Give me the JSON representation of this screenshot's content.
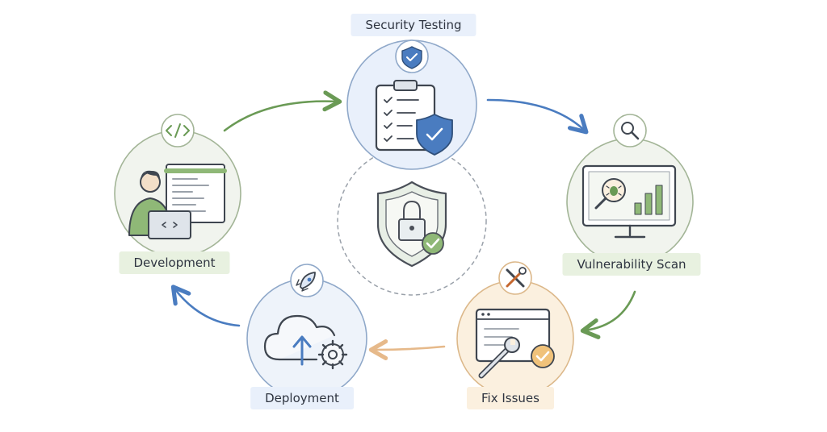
{
  "stages": {
    "security_testing": {
      "label": "Security Testing",
      "color": "#4a7cc0",
      "tint": "#e9f0fb"
    },
    "vulnerability_scan": {
      "label": "Vulnerability Scan",
      "color": "#6a9a55",
      "tint": "#e8f1e0"
    },
    "fix_issues": {
      "label": "Fix Issues",
      "color": "#d59a4e",
      "tint": "#fbf0df"
    },
    "deployment": {
      "label": "Deployment",
      "color": "#4a7cc0",
      "tint": "#e9f0fb"
    },
    "development": {
      "label": "Development",
      "color": "#6a9a55",
      "tint": "#e8f1e0"
    }
  },
  "icons": {
    "security_testing": [
      "shield-check-icon",
      "clipboard-checklist-icon"
    ],
    "vulnerability_scan": [
      "magnifier-icon",
      "monitor-bug-scan-icon"
    ],
    "fix_issues": [
      "tools-icon",
      "browser-wrench-icon"
    ],
    "deployment": [
      "rocket-icon",
      "cloud-upload-gear-icon"
    ],
    "development": [
      "code-icon",
      "developer-laptop-icon"
    ],
    "center": "shield-lock-check-icon"
  },
  "arrow_colors": {
    "dev_to_security": "#6a9a55",
    "security_to_scan": "#4a7cc0",
    "scan_to_fix": "#6a9a55",
    "fix_to_deploy": "#e6b98a",
    "deploy_to_dev": "#4a7cc0"
  }
}
